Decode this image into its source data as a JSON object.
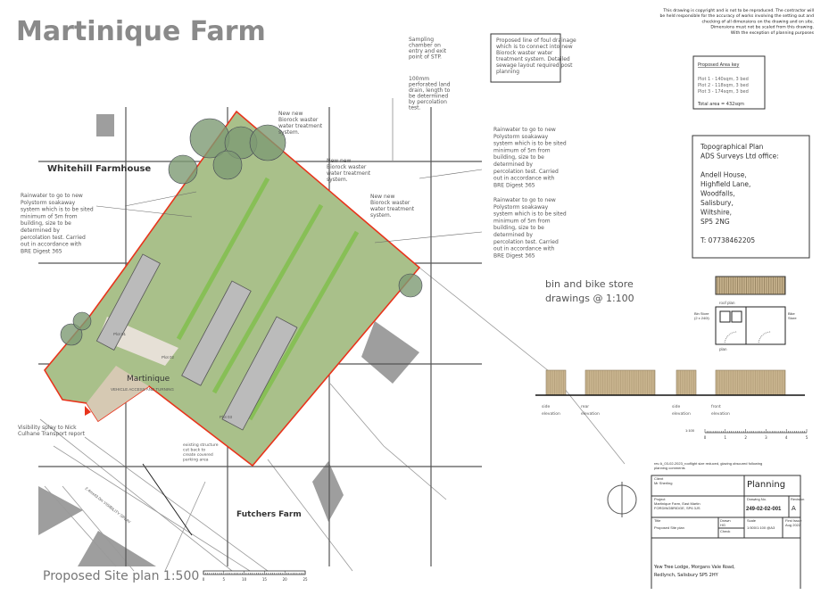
{
  "title": "Martinique Farm",
  "copyright": [
    "This drawing is copyright and is not to be reproduced. The contractor will",
    "be held responsible for the accuracy of works involving the setting out and",
    "checking of all dimensions on the drawing and on site.",
    "Dimensions must not be scaled from this drawing.",
    "With the exception of planning purposes"
  ],
  "area_key": {
    "heading": "Proposed Area key",
    "plots": [
      "Plot 1 - 140sqm, 3 bed",
      "Plot 2 - 118sqm, 3 bed",
      "Plot 3 - 174sqm, 3 bed"
    ],
    "total": "Total area = 432sqm"
  },
  "survey": {
    "lines": [
      "Topographical Plan",
      "ADS Surveys Ltd office:",
      "",
      "Andell House,",
      "Highfield Lane,",
      "Woodfalls,",
      "Salisbury,",
      "Wiltshire,",
      "SP5 2NG",
      "",
      "T:      07738462205"
    ]
  },
  "notes": {
    "sampling": [
      "Sampling",
      "chamber on",
      "entry and exit",
      "point of STP."
    ],
    "land_drain": [
      "100mm",
      "perforated land",
      "drain, length to",
      "be determined",
      "by percolation",
      "test."
    ],
    "foul_drainage": [
      "Proposed line of foul drainage",
      "which is to connect into new",
      "Biorock waster water",
      "treatment system. Detailed",
      "sewage layout required post",
      "planning"
    ],
    "rainwater": [
      "Rainwater to go to new",
      "Polystorm soakaway",
      "system which is to be sited",
      "minimum of 5m from",
      "building, size to be",
      "determined by",
      "percolation test. Carried",
      "out in accordance with",
      "BRE Digest 365"
    ],
    "biorock_1": [
      "New new",
      "Biorock waster",
      "water treatment",
      "system."
    ],
    "biorock_2": [
      "New new",
      "Biorock waster",
      "water treatment",
      "system."
    ],
    "biorock_3": [
      "New new",
      "Biorock waster",
      "water treatment",
      "system."
    ],
    "visibility": [
      "Visibility splay to Nick",
      "Culhane Transport report"
    ],
    "existing_structure": [
      "existing structure",
      "cut back to",
      "create covered",
      "parking area"
    ],
    "vis_splay_road": "2.4mx43.0m VISIBILITY SPLAY"
  },
  "labels": {
    "whitehill": "Whitehill Farmhouse",
    "martinique": "Martinique",
    "futchers": "Futchers Farm",
    "plot1": "Plot 01",
    "plot2": "Plot 02",
    "plot3": "Plot 03",
    "vehicle": "VEHICLE ACCESS AND TURNING",
    "site_plan": "Proposed Site plan  1:500"
  },
  "scale_500": [
    "0",
    "5",
    "10",
    "15",
    "20",
    "25"
  ],
  "bin_store": {
    "title": [
      "bin and bike store",
      "drawings @ 1:100"
    ],
    "roof_plan": "roof plan",
    "plan": "plan",
    "bin_label": [
      "Bin Store",
      "(2 x 240l)"
    ],
    "bike_label": [
      "Bike",
      "Store"
    ],
    "elevations": [
      [
        "side",
        "elevation"
      ],
      [
        "rear",
        "elevation"
      ],
      [
        "side",
        "elevation"
      ],
      [
        "front",
        "elevation"
      ]
    ],
    "scale_label": "1:100",
    "scale": [
      "0",
      "1",
      "2",
      "3",
      "4",
      "5"
    ]
  },
  "title_block": {
    "revision_note": [
      "rev A_03-02-2023_rooflight size reduced, glazing obscured following",
      "planning comments"
    ],
    "client_label": "Client",
    "client": "Mr Sherling",
    "status": "Planning",
    "project_label": "Project",
    "project": [
      "Martinique Farm, East Martin",
      "FORDINGBRIDGE, SP6 3JS"
    ],
    "drawing_no_label": "Drawing No.",
    "drawing_no": "249-02-02-001",
    "revision_label": "Revision",
    "revision": "A",
    "title_label": "Title",
    "title": "Proposed Site plan",
    "drawn_label": "Drawn",
    "drawn": "HG",
    "check_label": "Check",
    "scale_label": "Scale",
    "scale": "1:500/1:100 @A3",
    "first_issue_label": "First Issue",
    "first_issue": "Aug 2022",
    "address": [
      "Yew Tree Lodge, Morgans Vale Road,",
      "Redlynch, Salisbury SP5 2HY"
    ]
  },
  "colors": {
    "boundary": "#e8341c",
    "grass": "#a9c08a",
    "tree": "#7d9a73",
    "building": "#b9b9b9",
    "timber": "#c9b48f",
    "road": "#9a9a9a"
  }
}
